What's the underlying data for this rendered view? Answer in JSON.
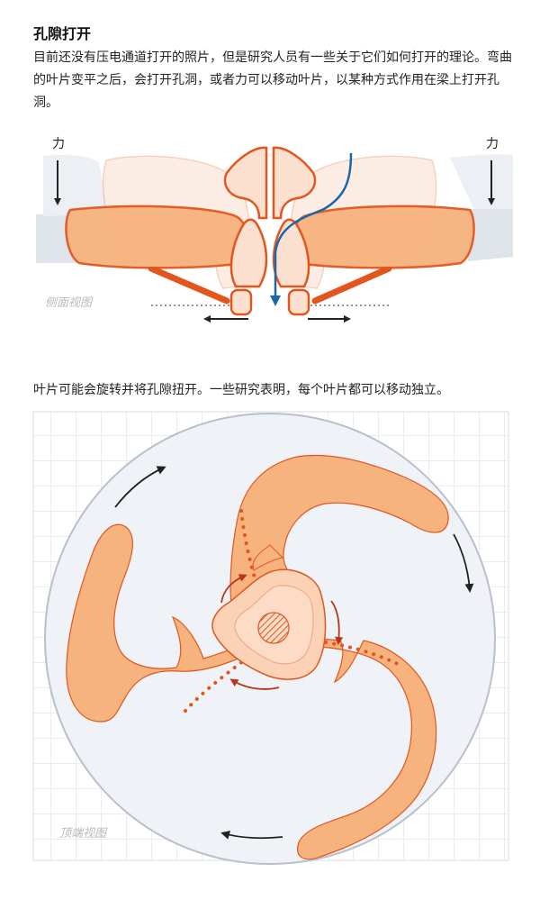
{
  "article": {
    "title": "孔隙打开",
    "intro": "目前还没有压电通道打开的照片，但是研究人员有一些关于它们如何打开的理论。弯曲的叶片变平之后，会打开孔洞，或者力可以移动叶片，以某种方式作用在梁上打开孔洞。",
    "caption2": "叶片可能会旋转并将孔隙扭开。一些研究表明，每个叶片都可以移动独立。"
  },
  "side_view": {
    "force_left": "力",
    "force_right": "力",
    "label": "侧面视图"
  },
  "top_view": {
    "label": "顶端视图"
  },
  "colors": {
    "blade_fill": "#f6b37e",
    "blade_outline": "#e2561e",
    "ghost_fill": "#fbe0cf",
    "membrane": "#dfe3ea",
    "pore_arrow": "#1b67a8",
    "rotation_arrow": "#b8341b",
    "grid_line": "#d7dbe3",
    "circle_fill": "#eef1f5"
  }
}
